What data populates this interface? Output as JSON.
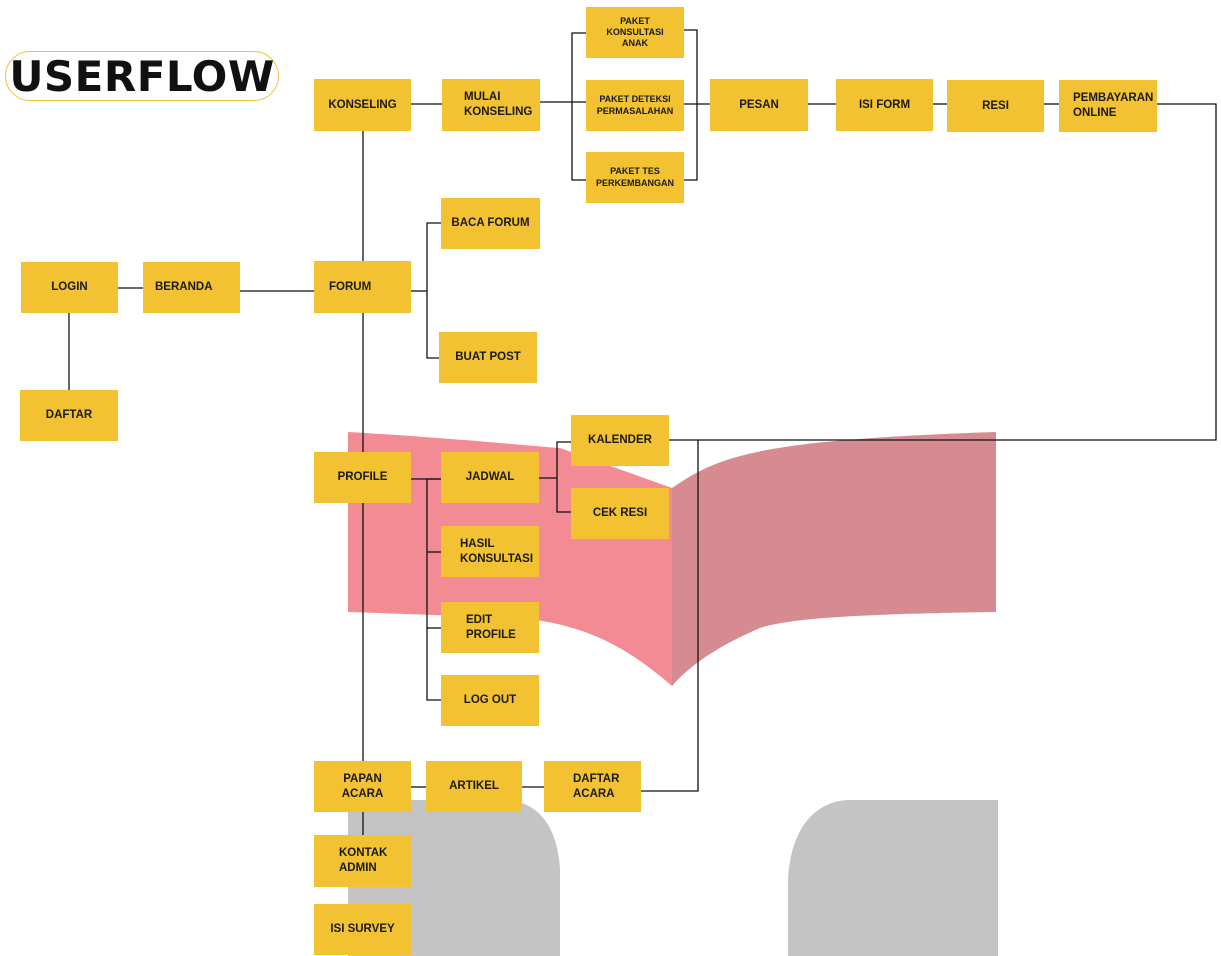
{
  "title": "USERFLOW",
  "colors": {
    "node": "#f3c232",
    "line": "#111111",
    "overlay_red": "#ee5a66",
    "overlay_gray": "#b8b8b8"
  },
  "nodes": {
    "konseling": "KONSELING",
    "mulai_konseling": "MULAI\nKONSELING",
    "paket_konsultasi_anak": "PAKET\nKONSULTASI\nANAK",
    "paket_deteksi": "PAKET DETEKSI\nPERMASALAHAN",
    "paket_tes": "PAKET TES\nPERKEMBANGAN",
    "pesan": "PESAN",
    "isi_form": "ISI FORM",
    "resi": "RESI",
    "pembayaran_online": "PEMBAYARAN\nONLINE",
    "baca_forum": "BACA FORUM",
    "login": "LOGIN",
    "beranda": "BERANDA",
    "forum": "FORUM",
    "buat_post": "BUAT POST",
    "daftar": "DAFTAR",
    "kalender": "KALENDER",
    "profile": "PROFILE",
    "jadwal": "JADWAL",
    "cek_resi": "CEK RESI",
    "hasil_konsultasi": "HASIL\nKONSULTASI",
    "edit_profile": "EDIT\nPROFILE",
    "log_out": "LOG OUT",
    "papan_acara": "PAPAN ACARA",
    "artikel": "ARTIKEL",
    "daftar_acara": "DAFTAR\nACARA",
    "kontak_admin": "KONTAK\nADMIN",
    "isi_survey": "ISI SURVEY"
  }
}
